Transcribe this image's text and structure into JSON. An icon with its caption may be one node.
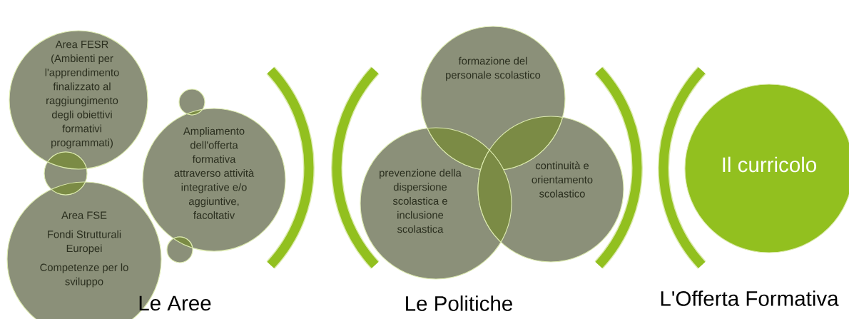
{
  "diagram": {
    "nodes": [
      {
        "text": [
          "Area FESR (Ambienti per l'apprendimento finalizzato al raggiungimento degli obiettivi formativi programmati)"
        ]
      },
      {
        "text": [],
        "shape": "circle"
      },
      {
        "text": [
          "Ampliamento dell'offerta formativa attraverso attività integrative e/o aggiuntive, facoltativ"
        ]
      },
      {
        "text": [],
        "shape": "circle"
      },
      {
        "text": [
          "Area FSE",
          "Fondi Strutturali Europei",
          "Competenze per lo sviluppo"
        ]
      },
      {
        "text": [],
        "shape": "circle"
      },
      {
        "text": [
          "formazione del personale scolastico"
        ]
      },
      {
        "text": [
          "prevenzione della dispersione scolastica e inclusione scolastica"
        ]
      },
      {
        "text": [
          "continuità e orientamento scolastico"
        ]
      },
      {
        "text": [
          "Il curricolo"
        ]
      }
    ],
    "labels": [
      "Le Aree",
      "Le Politiche",
      "L'Offerta Formativa"
    ]
  }
}
